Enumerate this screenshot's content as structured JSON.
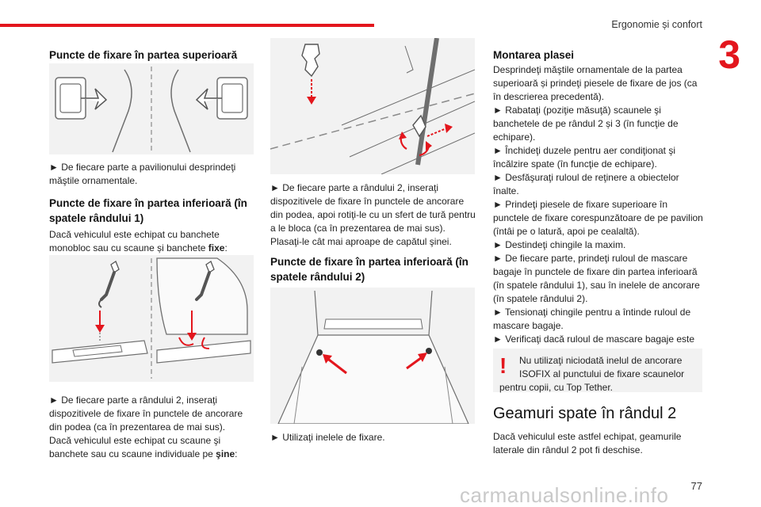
{
  "header": {
    "title": "Ergonomie și confort",
    "chapter": "3",
    "page": "77"
  },
  "watermark": "carmanualsonline.info",
  "col1": {
    "h_top": "Puncte de fixare în partea superioară",
    "p_top": "► De fiecare parte a pavilionului desprindeţi măştile ornamentale.",
    "h_lower1": "Puncte de fixare în partea inferioară (în spatele rândului 1)",
    "p_lower1_a": "Dacă vehiculul este echipat cu banchete monobloc sau cu scaune și banchete ",
    "p_lower1_b": "fixe",
    "p_lower1_c": ":",
    "p_insert": "► De fiecare parte a rândului 2, inseraţi dispozitivele de fixare în punctele de ancorare din podea (ca în prezentarea de mai sus).",
    "p_rails_a": "Dacă vehiculul este echipat cu scaune şi banchete sau cu scaune individuale pe ",
    "p_rails_b": "şine",
    "p_rails_c": ":"
  },
  "col2": {
    "p_rotate": "► De fiecare parte a rândului 2, inseraţi dispozitivele de fixare în punctele de ancorare din podea, apoi rotiţi-le cu un sfert de tură pentru a le bloca (ca în prezentarea de mai sus).",
    "p_place": "Plasaţi-le cât mai aproape de capătul şinei.",
    "h_lower2": "Puncte de fixare în partea inferioară (în spatele rândului 2)",
    "p_rings": "► Utilizaţi inelele de fixare."
  },
  "col3": {
    "h_mount": "Montarea plasei",
    "steps": [
      "Desprindeţi măştile ornamentale de la partea superioară și prindeţi piesele de fixare de jos (ca în descrierea precedentă).",
      "► Rabataţi (poziţie măsuţă) scaunele şi banchetele de pe rândul 2 și 3 (în funcţie de echipare).",
      "► Închideţi duzele pentru aer condiţionat şi încălzire spate (în funcţie de echipare).",
      "► Desfăşuraţi ruloul de reţinere a obiectelor înalte.",
      "► Prindeţi piesele de fixare superioare în punctele de fixare corespunzătoare de pe pavilion (întâi pe o latură, apoi pe cealaltă).",
      "► Destindeţi chingile la maxim.",
      "► De fiecare parte, prindeţi ruloul de mascare bagaje în punctele de fixare din partea inferioară (în spatele rândului 1), sau în inelele de ancorare (în spatele rândului 2).",
      "► Tensionaţi chingile pentru a întinde ruloul de mascare bagaje.",
      "► Verificaţi dacă ruloul de mascare bagaje este fixat corect şi dacă este întins bine."
    ],
    "warning_mark": "!",
    "warning_line1": "Nu utilizaţi niciodată inelul de ancorare ISOFIX al punctului de fixare scaunelor",
    "warning_line2": "pentru copii, cu Top Tether.",
    "h_windows": "Geamuri spate în rândul 2",
    "p_windows": "Dacă vehiculul este astfel echipat, geamurile laterale din rândul 2 pot fi deschise."
  },
  "colors": {
    "accent": "#e3161d",
    "figure_bg": "#f2f2f2",
    "line_art": "#6e6e6e"
  }
}
